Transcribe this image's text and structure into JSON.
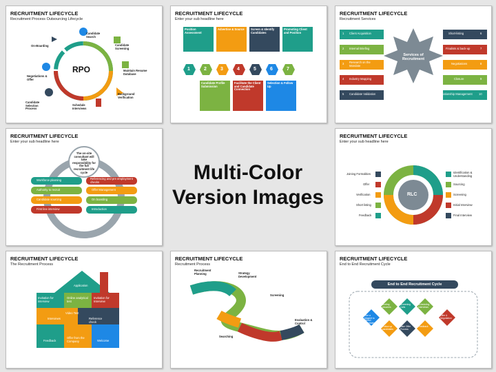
{
  "center": {
    "line1": "Multi-Color",
    "line2": "Version Images"
  },
  "slides": {
    "s1": {
      "title": "RECRUITMENT LIFECYCLE",
      "subtitle": "Recruitment Process Outsourcing Lifecycle",
      "hub": "RPO",
      "labels": [
        "Candidate Search",
        "Candidate Screening",
        "Maintain Resume Database",
        "Background Verification",
        "Schedule Interviews",
        "Candidate Selection Process",
        "Negotiations & Offer",
        "On-Boarding"
      ]
    },
    "s2": {
      "title": "RECRUITMENT LIFECYCLE",
      "subtitle": "Enter your sub headline here",
      "top": [
        "Position Assessment",
        "Advertise & Source",
        "Screen & Identify Candidates",
        "Promoting Client and Position"
      ],
      "bottom": [
        "Candidate Profile Submission",
        "Facilitate the Client and Candidate Connection",
        "Selection & Follow Up"
      ],
      "numbers": [
        "1",
        "2",
        "3",
        "4",
        "5",
        "6",
        "7"
      ]
    },
    "s3": {
      "title": "RECRUITMENT LIFECYCLE",
      "subtitle": "Recruitment Services",
      "hub": "Services of Recruitment",
      "left": [
        {
          "n": "1",
          "label": "Client Acquisition"
        },
        {
          "n": "2",
          "label": "Internal Briefing"
        },
        {
          "n": "3",
          "label": "Research on the Mandate"
        },
        {
          "n": "4",
          "label": "Industry Mapping"
        },
        {
          "n": "5",
          "label": "Candidate Validation"
        }
      ],
      "right": [
        {
          "n": "6",
          "label": "Short-listing"
        },
        {
          "n": "7",
          "label": "Finalists & back-up"
        },
        {
          "n": "8",
          "label": "Negotiations"
        },
        {
          "n": "9",
          "label": "Closure"
        },
        {
          "n": "10",
          "label": "Relationship Management"
        }
      ]
    },
    "s4": {
      "title": "RECRUITMENT LIFECYCLE",
      "subtitle": "Enter your sub headline here",
      "hub": "The on-site consultant will take responsibility for the full recruitment life cycle",
      "left": [
        "Workforce planning",
        "Authority to recruit",
        "Candidate sourcing",
        "First line interview"
      ],
      "right": [
        "Referencing and pre employment checks",
        "Offer Management",
        "On boarding",
        "Introduction"
      ]
    },
    "s6": {
      "title": "RECRUITMENT LIFECYCLE",
      "subtitle": "Enter your sub headline here",
      "hub": "RLC",
      "left": [
        "Joining Formalities",
        "Offer",
        "Verification",
        "Short listing",
        "Feedback"
      ],
      "right": [
        "Identification & Understanding",
        "Sourcing",
        "Screening",
        "Initial Interview",
        "Final Interview"
      ]
    },
    "s7": {
      "title": "RECRUITMENT LIFECYCLE",
      "subtitle": "The Recruitment Process",
      "labels": [
        "Application",
        "Invitation for interview",
        "Online analytical test",
        "Invitation for Interview",
        "Video Test",
        "Interviews",
        "Reference check",
        "Feedback",
        "Offer from the Company",
        "Welcome"
      ]
    },
    "s8": {
      "title": "RECRUITMENT LIFECYCLE",
      "subtitle": "Recruitment Process",
      "labels": [
        "Recruitment Planning",
        "Strategy Development",
        "Screening",
        "Evaluation & Control",
        "Searching"
      ]
    },
    "s9": {
      "title": "RECRUITMENT LIFECYCLE",
      "subtitle": "End to End Recruitment Cycle",
      "banner": "End to End Recruitment Cycle",
      "labels": [
        "Hire a Magnet to Attract Candidates",
        "Sorting resumes",
        "Screening Calls",
        "Scheduling Interviews",
        "Offer & Negotiation",
        "Feedback",
        "Take Offer Process",
        "Follow up candidates"
      ]
    }
  },
  "colors": {
    "teal": "#1f9e8a",
    "green": "#7cb342",
    "orange": "#f39c12",
    "red": "#c0392b",
    "navy": "#34495e",
    "blue": "#1e88e5",
    "gray": "#8e9aa3"
  }
}
